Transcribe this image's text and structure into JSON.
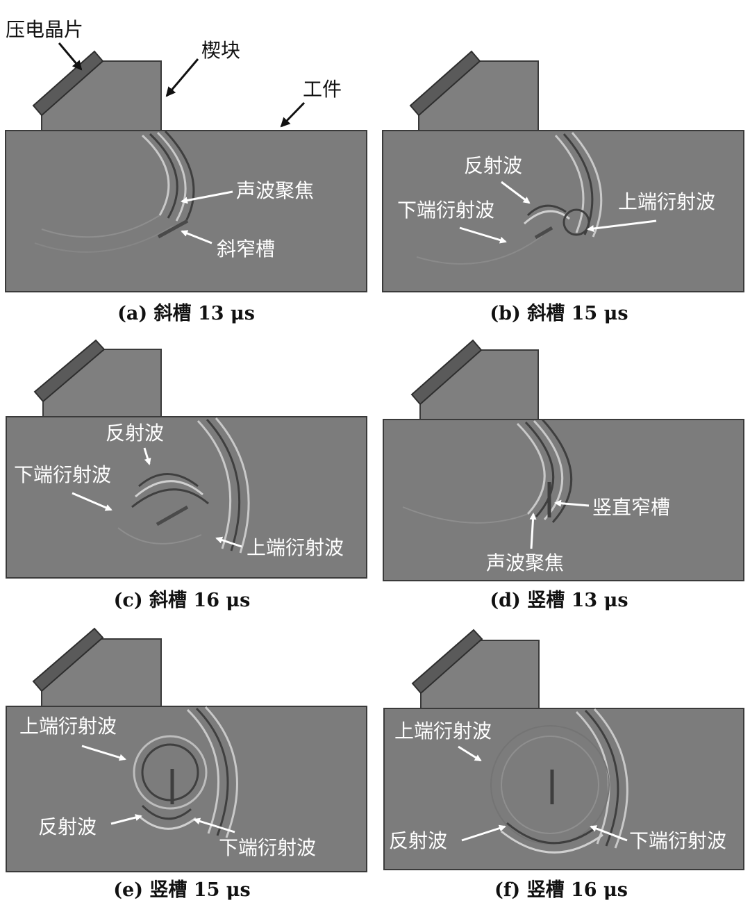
{
  "colors": {
    "workpiece": "#7c7c7c",
    "wedge": "#7f7f7f",
    "crystal": "#5a5a5a",
    "outline": "#3a3a3a",
    "white_label": "#ffffff",
    "dark_label": "#111111"
  },
  "panels": [
    {
      "caption": "(a) 斜槽 13 μs",
      "slot": "oblique",
      "labels": {
        "piezo": "压电晶片",
        "wedge": "楔块",
        "workpiece": "工件",
        "focus": "声波聚焦",
        "slot": "斜窄槽"
      }
    },
    {
      "caption": "(b) 斜槽 15 μs",
      "slot": "oblique",
      "labels": {
        "reflected": "反射波",
        "lower_diffraction": "下端衍射波",
        "upper_diffraction": "上端衍射波"
      }
    },
    {
      "caption": "(c) 斜槽 16 μs",
      "slot": "oblique",
      "labels": {
        "reflected": "反射波",
        "lower_diffraction": "下端衍射波",
        "upper_diffraction": "上端衍射波"
      }
    },
    {
      "caption": "(d) 竖槽 13 μs",
      "slot": "vertical",
      "labels": {
        "slot": "竖直窄槽",
        "focus": "声波聚焦"
      }
    },
    {
      "caption": "(e) 竖槽 15 μs",
      "slot": "vertical",
      "labels": {
        "upper_diffraction": "上端衍射波",
        "reflected": "反射波",
        "lower_diffraction": "下端衍射波"
      }
    },
    {
      "caption": "(f) 竖槽 16 μs",
      "slot": "vertical",
      "labels": {
        "upper_diffraction": "上端衍射波",
        "reflected": "反射波",
        "lower_diffraction": "下端衍射波"
      }
    }
  ]
}
